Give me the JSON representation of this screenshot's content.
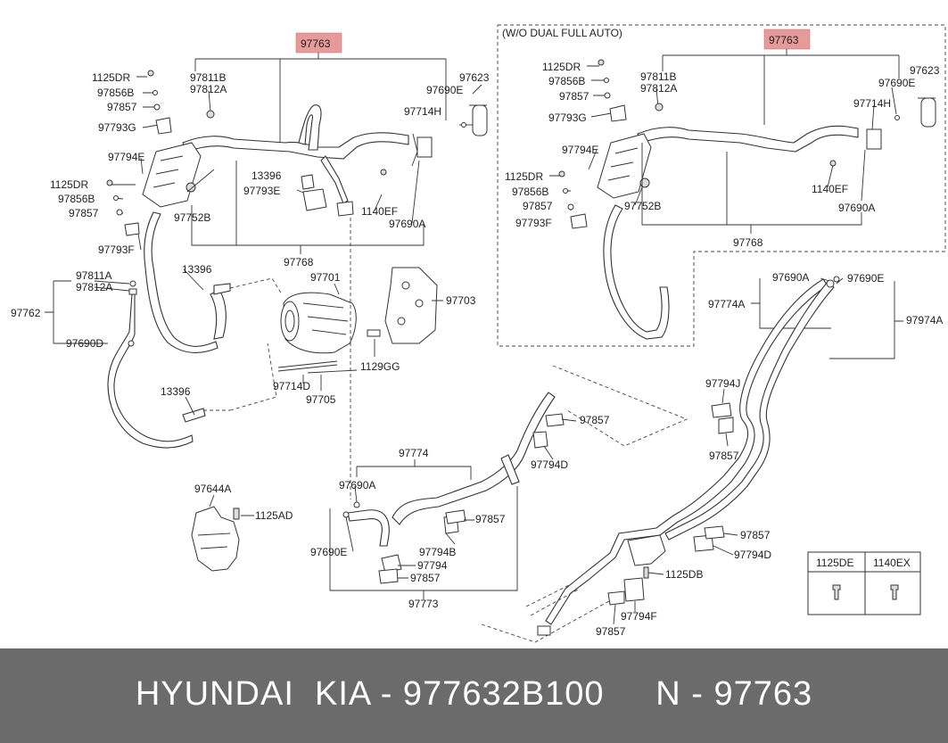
{
  "variant_note": "(W/O DUAL FULL AUTO)",
  "highlight_part": "97763",
  "footer": {
    "brand": "HYUNDAI",
    "make": "KIA",
    "part_number": "977632B100",
    "n_label": "N",
    "n_value": "97763",
    "text": "HYUNDAI  KIA - 977632B100     N - 97763"
  },
  "legend_table": {
    "col1": "1125DE",
    "col2": "1140EX"
  },
  "labels": {
    "l_97763_a": "97763",
    "l_1125dr_a": "1125DR",
    "l_97856b_a": "97856B",
    "l_97857_a": "97857",
    "l_97793g_a": "97793G",
    "l_97794e_a": "97794E",
    "l_1125dr_b": "1125DR",
    "l_97856b_b": "97856B",
    "l_97857_b": "97857",
    "l_97793f_a": "97793F",
    "l_97811b_a": "97811B",
    "l_97812a_a": "97812A",
    "l_97752b_a": "97752B",
    "l_13396_a": "13396",
    "l_97793e_a": "97793E",
    "l_1140ef_a": "1140EF",
    "l_97690a_a": "97690A",
    "l_97714h_a": "97714H",
    "l_97690e_a": "97690E",
    "l_97623_a": "97623",
    "l_97768_a": "97768",
    "l_97811a": "97811A",
    "l_97812a_b": "97812A",
    "l_97762": "97762",
    "l_97690d": "97690D",
    "l_13396_b": "13396",
    "l_13396_c": "13396",
    "l_97701": "97701",
    "l_97703": "97703",
    "l_1129gg": "1129GG",
    "l_97714d": "97714D",
    "l_97705": "97705",
    "l_97644a": "97644A",
    "l_1125ad": "1125AD",
    "l_97774": "97774",
    "l_97690a_b": "97690A",
    "l_97690e_b": "97690E",
    "l_97857_c": "97857",
    "l_97794b": "97794B",
    "l_97794": "97794",
    "l_97857_d": "97857",
    "l_97773": "97773",
    "l_97857_e": "97857",
    "l_97794d_a": "97794D",
    "l_97763_b": "97763",
    "l_1125dr_c": "1125DR",
    "l_97856b_c": "97856B",
    "l_97857_f": "97857",
    "l_97793g_b": "97793G",
    "l_97794e_b": "97794E",
    "l_1125dr_d": "1125DR",
    "l_97856b_d": "97856B",
    "l_97857_g": "97857",
    "l_97793f_b": "97793F",
    "l_97811b_b": "97811B",
    "l_97812a_c": "97812A",
    "l_97752b_b": "97752B",
    "l_97714h_b": "97714H",
    "l_97690e_c": "97690E",
    "l_97623_b": "97623",
    "l_1140ef_b": "1140EF",
    "l_97690a_c": "97690A",
    "l_97768_b": "97768",
    "l_97690a_d": "97690A",
    "l_97690e_d": "97690E",
    "l_97774a": "97774A",
    "l_97974a": "97974A",
    "l_97794j": "97794J",
    "l_97857_h": "97857",
    "l_97857_i": "97857",
    "l_97794d_b": "97794D",
    "l_1125db": "1125DB",
    "l_97794f": "97794F",
    "l_97857_j": "97857"
  }
}
